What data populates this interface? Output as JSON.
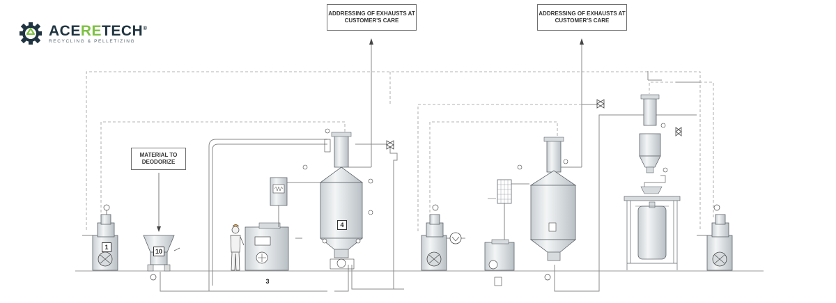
{
  "logo": {
    "name_a": "ACE",
    "name_b": "RE",
    "name_c": "TECH",
    "registered": "®",
    "tagline": "RECYCLING & PELLETIZING",
    "brand_color": "#1f3440",
    "accent_color": "#7dc142"
  },
  "labels": {
    "exhausts_1": "ADDRESSING OF EXHAUSTS AT CUSTOMER'S CARE",
    "exhausts_2": "ADDRESSING OF EXHAUSTS AT CUSTOMER'S CARE",
    "material": "MATERIAL TO DEODORIZE"
  },
  "units": {
    "u1": "1",
    "u10": "10",
    "u3": "3",
    "u4": "4"
  },
  "colors": {
    "line": "#8a8a8a",
    "equipment_fill": "#e9ecee",
    "equipment_stroke": "#5d6469"
  }
}
